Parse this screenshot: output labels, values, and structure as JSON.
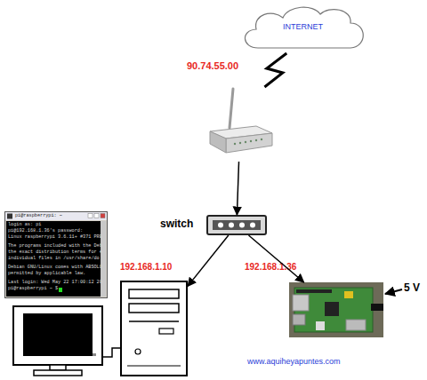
{
  "diagram": {
    "nodes": [
      {
        "text": [
          "INTERNET"
        ]
      },
      {
        "text": [
          "90.74.55.00"
        ]
      },
      {
        "text": [
          "switch"
        ]
      },
      {
        "text": [
          "pi@raspberrypi: ~",
          "login as: pi",
          "pi@192.168.1.36's password:",
          "Linux raspberrypi 3.6.11+ #371 PRE",
          "The programs included with the Deb",
          "the exact distribution terms for e",
          "individual files in /usr/share/do",
          "Debian GNU/Linux comes with ABSOLU",
          "permitted by applicable law.",
          "Last login: Wed May 22 17:00:12 20",
          "pi@raspberrypi ~ $"
        ]
      },
      {
        "text": [
          "192.168.1.10"
        ]
      },
      {
        "text": [
          "192.168.1.36"
        ]
      }
    ],
    "edges": [
      {
        "from": 0,
        "to": 1,
        "arrow": "none"
      },
      {
        "from": 1,
        "to": 2,
        "arrow": "to"
      },
      {
        "from": 2,
        "to": 4,
        "arrow": "to"
      },
      {
        "from": 2,
        "to": 5,
        "arrow": "to"
      }
    ],
    "labels": [
      "5 V",
      "www.aquiheyapuntes.com"
    ]
  }
}
